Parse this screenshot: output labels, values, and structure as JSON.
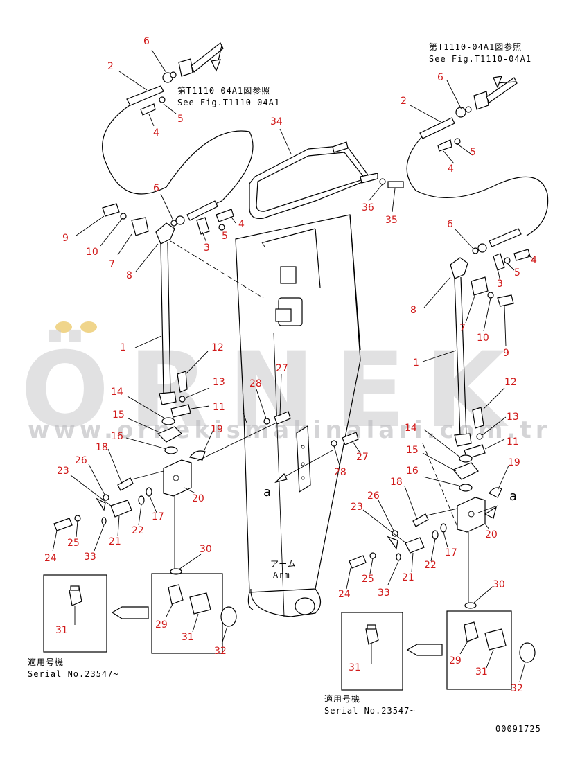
{
  "notes": {
    "ref_jp_left": "第T1110-04A1図参照",
    "ref_en_left": "See Fig.T1110-04A1",
    "ref_jp_right": "第T1110-04A1図参照",
    "ref_en_right": "See Fig.T1110-04A1",
    "arm_jp": "アーム",
    "arm_en": "Arm",
    "serial_jp_left": "適用号機",
    "serial_en_left": "Serial No.23547~",
    "serial_jp_right": "適用号機",
    "serial_en_right": "Serial No.23547~",
    "view_left": "a",
    "view_right": "a",
    "drawing_no": "00091725"
  },
  "watermark": {
    "brand": "ÖRNEK",
    "url": "www.ornekismakinalari.com.tr"
  },
  "callouts": [
    {
      "id": "c-6a",
      "label": "6"
    },
    {
      "id": "c-2a",
      "label": "2"
    },
    {
      "id": "c-4a",
      "label": "4"
    },
    {
      "id": "c-5a",
      "label": "5"
    },
    {
      "id": "c-6b",
      "label": "6"
    },
    {
      "id": "c-4b",
      "label": "4"
    },
    {
      "id": "c-3a",
      "label": "3"
    },
    {
      "id": "c-5b",
      "label": "5"
    },
    {
      "id": "c-9a",
      "label": "9"
    },
    {
      "id": "c-10a",
      "label": "10"
    },
    {
      "id": "c-7a",
      "label": "7"
    },
    {
      "id": "c-8a",
      "label": "8"
    },
    {
      "id": "c-1a",
      "label": "1"
    },
    {
      "id": "c-12a",
      "label": "12"
    },
    {
      "id": "c-13a",
      "label": "13"
    },
    {
      "id": "c-14a",
      "label": "14"
    },
    {
      "id": "c-11a",
      "label": "11"
    },
    {
      "id": "c-15a",
      "label": "15"
    },
    {
      "id": "c-19a",
      "label": "19"
    },
    {
      "id": "c-16a",
      "label": "16"
    },
    {
      "id": "c-18a",
      "label": "18"
    },
    {
      "id": "c-26a",
      "label": "26"
    },
    {
      "id": "c-23a",
      "label": "23"
    },
    {
      "id": "c-20a",
      "label": "20"
    },
    {
      "id": "c-17a",
      "label": "17"
    },
    {
      "id": "c-22a",
      "label": "22"
    },
    {
      "id": "c-21a",
      "label": "21"
    },
    {
      "id": "c-25a",
      "label": "25"
    },
    {
      "id": "c-24a",
      "label": "24"
    },
    {
      "id": "c-33a",
      "label": "33"
    },
    {
      "id": "c-30a",
      "label": "30"
    },
    {
      "id": "c-31a",
      "label": "31"
    },
    {
      "id": "c-29a",
      "label": "29"
    },
    {
      "id": "c-31b",
      "label": "31"
    },
    {
      "id": "c-32a",
      "label": "32"
    },
    {
      "id": "c-34",
      "label": "34"
    },
    {
      "id": "c-36",
      "label": "36"
    },
    {
      "id": "c-35",
      "label": "35"
    },
    {
      "id": "c-28a",
      "label": "28"
    },
    {
      "id": "c-27a",
      "label": "27"
    },
    {
      "id": "c-28b",
      "label": "28"
    },
    {
      "id": "c-27b",
      "label": "27"
    },
    {
      "id": "c-6c",
      "label": "6"
    },
    {
      "id": "c-2b",
      "label": "2"
    },
    {
      "id": "c-5c",
      "label": "5"
    },
    {
      "id": "c-4c",
      "label": "4"
    },
    {
      "id": "c-6d",
      "label": "6"
    },
    {
      "id": "c-4d",
      "label": "4"
    },
    {
      "id": "c-5d",
      "label": "5"
    },
    {
      "id": "c-3b",
      "label": "3"
    },
    {
      "id": "c-8b",
      "label": "8"
    },
    {
      "id": "c-7b",
      "label": "7"
    },
    {
      "id": "c-10b",
      "label": "10"
    },
    {
      "id": "c-9b",
      "label": "9"
    },
    {
      "id": "c-1b",
      "label": "1"
    },
    {
      "id": "c-12b",
      "label": "12"
    },
    {
      "id": "c-13b",
      "label": "13"
    },
    {
      "id": "c-14b",
      "label": "14"
    },
    {
      "id": "c-11b",
      "label": "11"
    },
    {
      "id": "c-15b",
      "label": "15"
    },
    {
      "id": "c-19b",
      "label": "19"
    },
    {
      "id": "c-16b",
      "label": "16"
    },
    {
      "id": "c-18b",
      "label": "18"
    },
    {
      "id": "c-26b",
      "label": "26"
    },
    {
      "id": "c-23b",
      "label": "23"
    },
    {
      "id": "c-20b",
      "label": "20"
    },
    {
      "id": "c-17b",
      "label": "17"
    },
    {
      "id": "c-22b",
      "label": "22"
    },
    {
      "id": "c-21b",
      "label": "21"
    },
    {
      "id": "c-25b",
      "label": "25"
    },
    {
      "id": "c-24b",
      "label": "24"
    },
    {
      "id": "c-33b",
      "label": "33"
    },
    {
      "id": "c-30b",
      "label": "30"
    },
    {
      "id": "c-31c",
      "label": "31"
    },
    {
      "id": "c-29b",
      "label": "29"
    },
    {
      "id": "c-31d",
      "label": "31"
    },
    {
      "id": "c-32b",
      "label": "32"
    }
  ]
}
